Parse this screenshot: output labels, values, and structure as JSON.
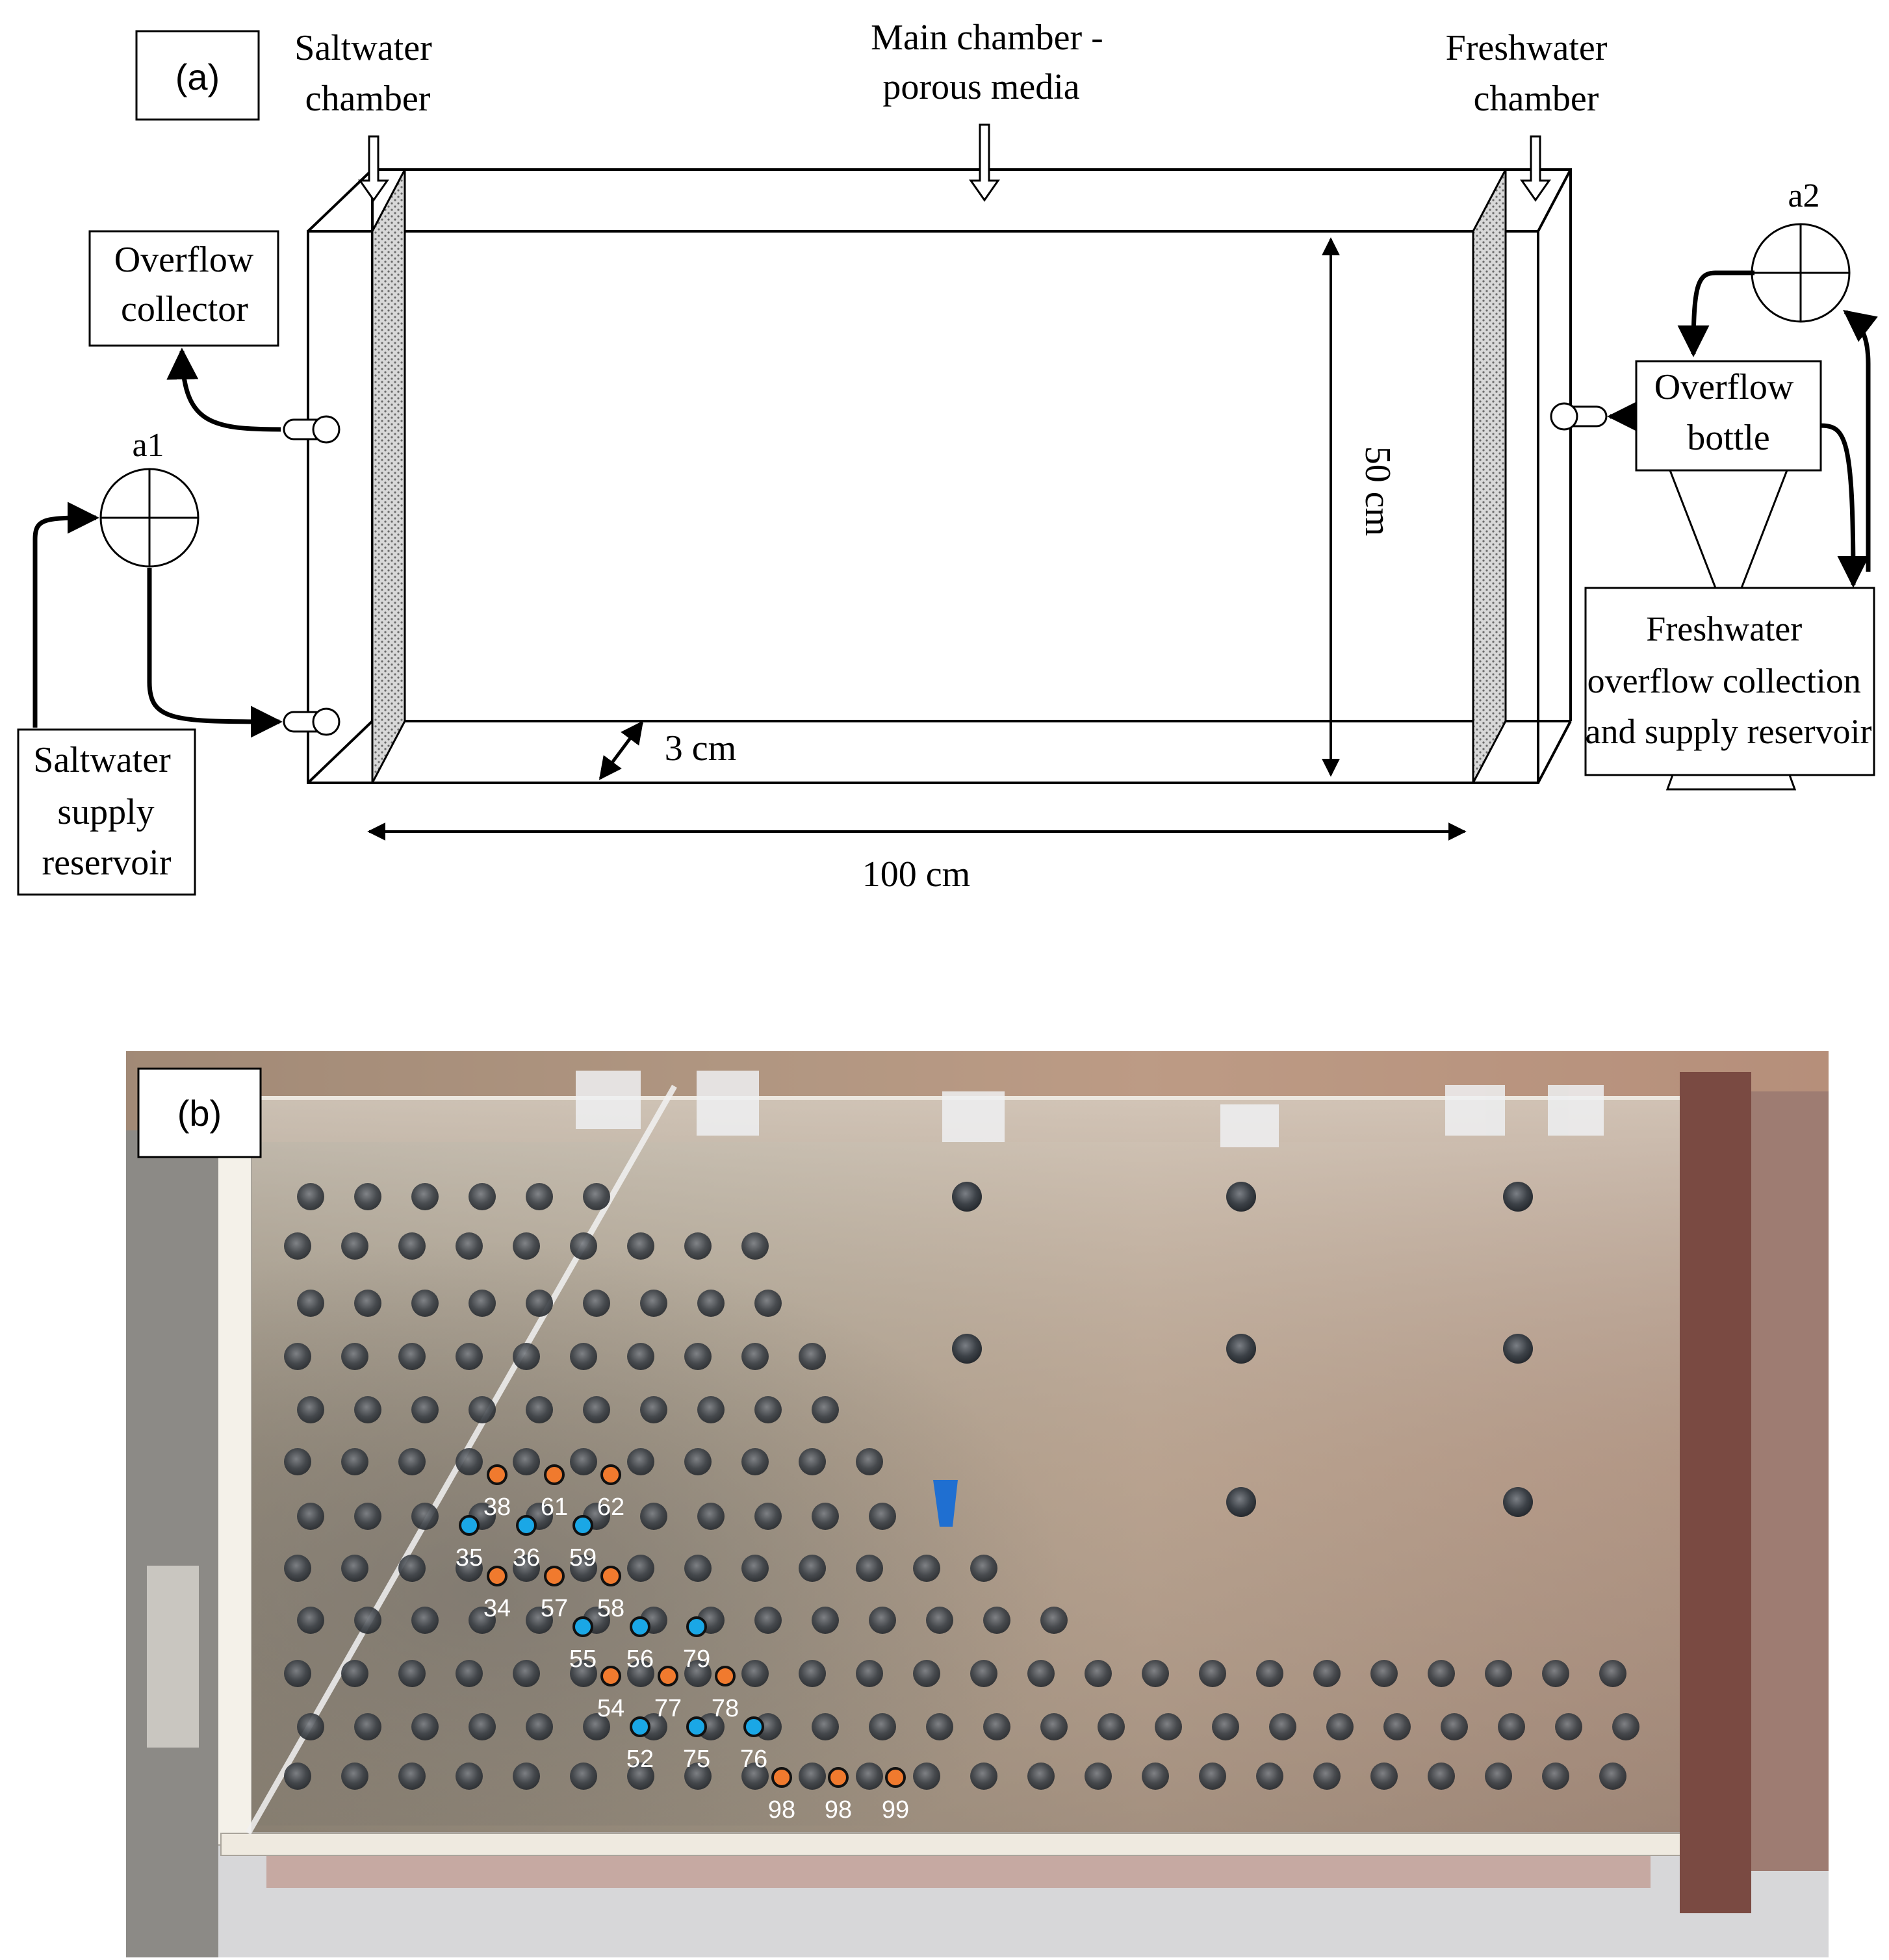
{
  "panel_a": {
    "label": "(a)",
    "saltwater_chamber": [
      "Saltwater",
      "chamber"
    ],
    "main_chamber": [
      "Main chamber -",
      "porous media"
    ],
    "freshwater_chamber": [
      "Freshwater",
      "chamber"
    ],
    "overflow_collector": [
      "Overflow",
      "collector"
    ],
    "saltwater_supply": [
      "Saltwater",
      "supply",
      "reservoir"
    ],
    "overflow_bottle": [
      "Overflow",
      "bottle"
    ],
    "freshwater_reservoir": [
      "Freshwater",
      "overflow collection",
      "and supply reservoir"
    ],
    "pump_a1": "a1",
    "pump_a2": "a2",
    "dim_height": "50 cm",
    "dim_depth": "3 cm",
    "dim_length": "100 cm"
  },
  "panel_b": {
    "label": "(b)",
    "colors": {
      "orange": "#f07a2e",
      "blue": "#1aa7e6"
    },
    "markers": [
      {
        "label": "38",
        "color": "orange"
      },
      {
        "label": "61",
        "color": "orange"
      },
      {
        "label": "62",
        "color": "orange"
      },
      {
        "label": "35",
        "color": "blue"
      },
      {
        "label": "36",
        "color": "blue"
      },
      {
        "label": "59",
        "color": "blue"
      },
      {
        "label": "34",
        "color": "orange"
      },
      {
        "label": "57",
        "color": "orange"
      },
      {
        "label": "58",
        "color": "orange"
      },
      {
        "label": "55",
        "color": "blue"
      },
      {
        "label": "56",
        "color": "blue"
      },
      {
        "label": "79",
        "color": "blue"
      },
      {
        "label": "54",
        "color": "orange"
      },
      {
        "label": "77",
        "color": "orange"
      },
      {
        "label": "78",
        "color": "orange"
      },
      {
        "label": "52",
        "color": "blue"
      },
      {
        "label": "75",
        "color": "blue"
      },
      {
        "label": "76",
        "color": "blue"
      },
      {
        "label": "98",
        "color": "orange"
      },
      {
        "label": "98",
        "color": "orange"
      },
      {
        "label": "99",
        "color": "orange"
      }
    ]
  }
}
